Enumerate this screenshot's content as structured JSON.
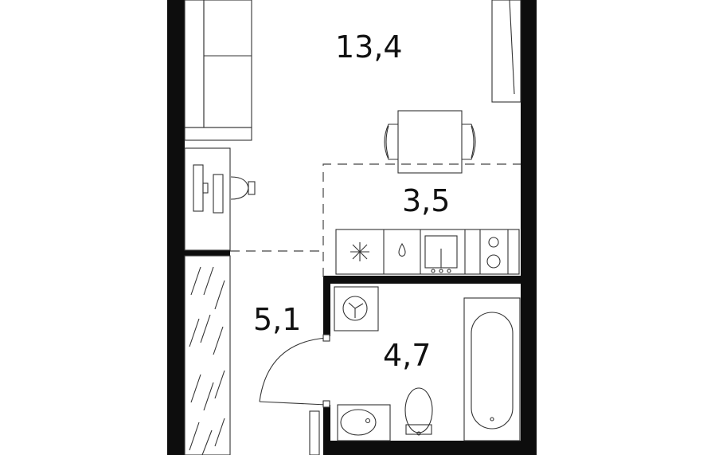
{
  "plan": {
    "wall_color": "#0d0d0d",
    "line_color": "#222222",
    "rooms": [
      {
        "id": "living",
        "area": "13,4"
      },
      {
        "id": "kitchen",
        "area": "3,5"
      },
      {
        "id": "hall",
        "area": "5,1"
      },
      {
        "id": "bath",
        "area": "4,7"
      }
    ],
    "fixtures": [
      "sofa",
      "wardrobe",
      "dining-table",
      "dining-chair",
      "desk",
      "desk-chair",
      "kitchen-counter",
      "stove",
      "sink",
      "washing-machine",
      "bathtub",
      "toilet",
      "washbasin",
      "hall-wardrobe",
      "entrance-door"
    ]
  }
}
